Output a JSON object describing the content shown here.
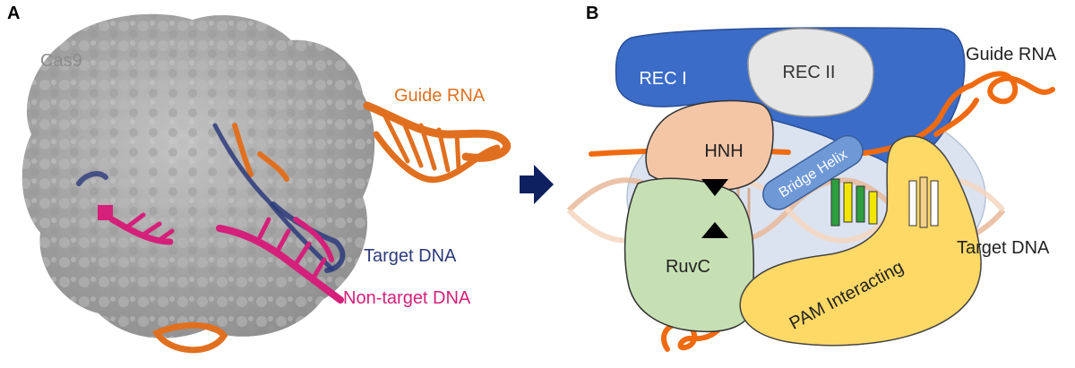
{
  "panels": {
    "a": {
      "letter": "A",
      "labels": {
        "protein": "Cas9",
        "guide_rna": "Guide RNA",
        "target_dna": "Target DNA",
        "non_target_dna": "Non-target DNA"
      }
    },
    "b": {
      "letter": "B",
      "domains": {
        "rec1": "REC I",
        "rec2": "REC II",
        "hnh": "HNH",
        "bridge_helix": "Bridge Helix",
        "ruvc": "RuvC",
        "pam_interacting": "PAM Interacting"
      },
      "labels": {
        "guide_rna": "Guide RNA",
        "target_dna": "Target DNA"
      }
    }
  },
  "colors": {
    "cas9_surface": "#a8a8a8",
    "guide_rna": "#e07020",
    "target_dna": "#2c3a7a",
    "non_target_dna": "#d4207a",
    "rec1": "#3a6cc8",
    "rec2": "#e6e6e6",
    "hnh": "#f4c6a6",
    "bridge_helix": "#6f98d6",
    "ruvc": "#c6e0b4",
    "pam_interacting": "#ffd966",
    "lobe_background": "#dbe3f0",
    "arrow": "#0e2060"
  }
}
